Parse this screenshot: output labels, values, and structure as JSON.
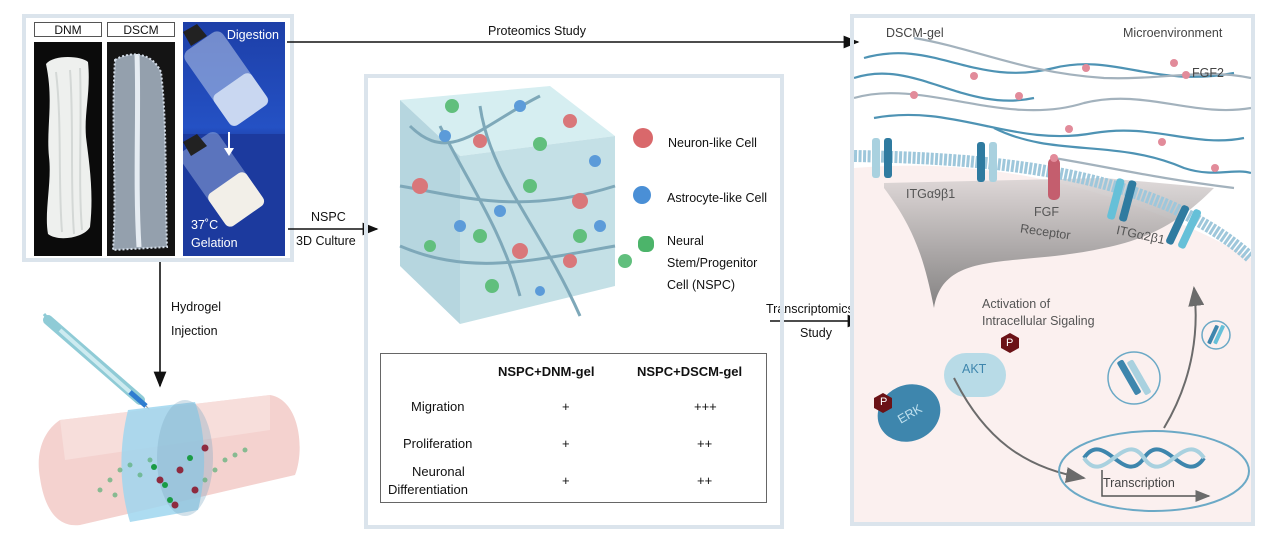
{
  "photos": {
    "dnm_label": "DNM",
    "dscm_label": "DSCM",
    "digestion_label": "Digestion",
    "temperature_label": "37˚C",
    "gelation_label": "Gelation"
  },
  "arrows": {
    "proteomics": "Proteomics Study",
    "nspc_line1": "NSPC",
    "nspc_line2": "3D Culture",
    "hydrogel_line1": "Hydrogel",
    "hydrogel_line2": "Injection",
    "transcriptomics_line1": "Transcriptomics",
    "transcriptomics_line2": "Study"
  },
  "culture": {
    "legend": [
      {
        "label": "Neuron-like Cell",
        "icon": "neuron-cell-icon",
        "color": "#d9686b"
      },
      {
        "label": "Astrocyte-like Cell",
        "icon": "astrocyte-cell-icon",
        "color": "#4a8fd6"
      },
      {
        "label_lines": [
          "Neural",
          "Stem/Progenitor",
          "Cell (NSPC)"
        ],
        "icon": "nspc-cell-icon",
        "color": "#4cb46a"
      }
    ]
  },
  "results_table": {
    "columns": [
      "",
      "NSPC+DNM-gel",
      "NSPC+DSCM-gel"
    ],
    "rows": [
      {
        "label": "Migration",
        "dnm": "+",
        "dscm": "+++"
      },
      {
        "label": "Proliferation",
        "dnm": "+",
        "dscm": "++"
      },
      {
        "label_lines": [
          "Neuronal",
          "Differentiation"
        ],
        "dnm": "+",
        "dscm": "++"
      }
    ]
  },
  "mechanism": {
    "dscm_gel": "DSCM-gel",
    "microenvironment": "Microenvironment",
    "fgf2": "FGF2",
    "itg_a9b1": "ITGα9β1",
    "fgf_receptor_line1": "FGF",
    "fgf_receptor_line2": "Receptor",
    "itg_a2b1": "ITGα2β1",
    "activation_line1": "Activation of",
    "activation_line2": "Intracellular Sigaling",
    "akt": "AKT",
    "erk": "ERK",
    "phospho": "P",
    "transcription": "Transcription"
  },
  "colors": {
    "frame": "#dbe4ec",
    "gel_blue": "#a9d3dc",
    "fiber_blue": "#4e93b4",
    "fiber_gray": "#a3b2bd",
    "fgf_pink": "#e28b9a",
    "integrin_dark": "#2f7ba0",
    "integrin_light": "#a9d1df",
    "receptor": "#c45e6e",
    "phospho": "#6b1216",
    "cytoplasm": "#fbf0ef"
  }
}
